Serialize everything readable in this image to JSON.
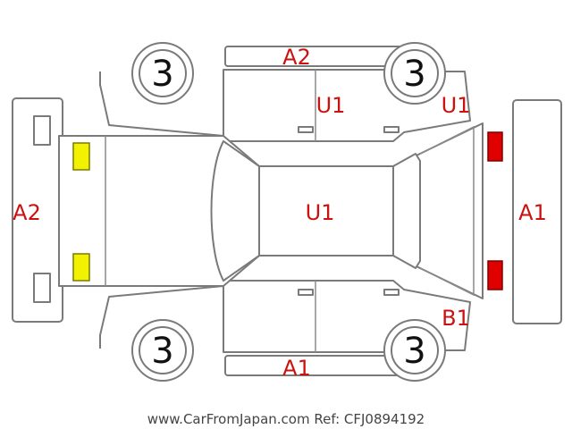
{
  "diagram": {
    "wheel_label": "3",
    "damage_labels": {
      "roof_top": "A2",
      "door_top": "U1",
      "rear_corner_top": "U1",
      "front_bumper": "A2",
      "hood": "U1",
      "rear_bumper": "A1",
      "rear_corner_bottom": "B1",
      "door_bottom": "A1"
    },
    "colors": {
      "front_lights": "#f2f200",
      "rear_lights": "#e00000",
      "labels": "#cc1111",
      "outline": "#7a7a7a"
    },
    "footer": "www.CarFromJapan.com Ref: CFJ0894192"
  }
}
